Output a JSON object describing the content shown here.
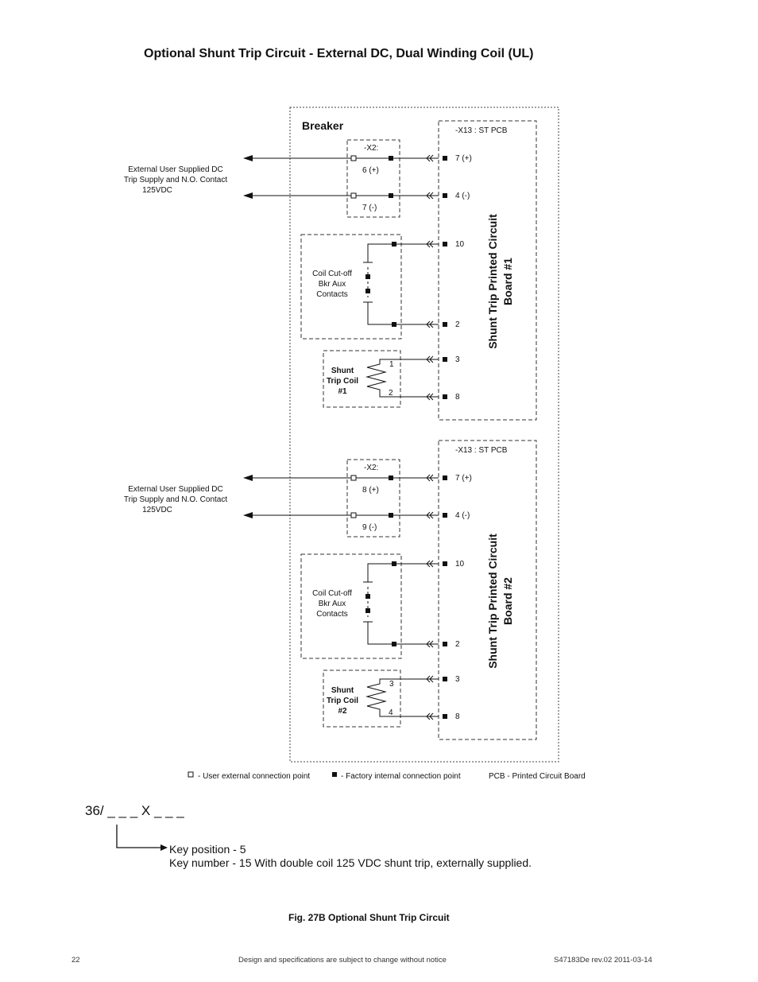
{
  "title": "Optional Shunt Trip Circuit - External DC, Dual Winding Coil (UL)",
  "breaker_label": "Breaker",
  "external_supply_label": [
    "External User Supplied DC",
    "Trip Supply and N.O. Contact",
    "125VDC"
  ],
  "aux_contacts_label": [
    "Coil Cut-off",
    "Bkr Aux",
    "Contacts"
  ],
  "pcb_header": "-X13 : ST  PCB",
  "x2_header": "-X2:",
  "boards": [
    {
      "pcb_name": [
        "Shunt Trip Printed Circuit",
        "Board #1"
      ],
      "x2_terminals": [
        "6 (+)",
        "7 (-)"
      ],
      "pcb_pins": [
        "7 (+)",
        "4 (-)",
        "10",
        "2",
        "3",
        "8"
      ],
      "coil_label": [
        "Shunt",
        "Trip Coil",
        "#1"
      ],
      "coil_terminals": [
        "1",
        "2"
      ]
    },
    {
      "pcb_name": [
        "Shunt Trip Printed Circuit",
        "Board #2"
      ],
      "x2_terminals": [
        "8 (+)",
        "9 (-)"
      ],
      "pcb_pins": [
        "7 (+)",
        "4 (-)",
        "10",
        "2",
        "3",
        "8"
      ],
      "coil_label": [
        "Shunt",
        "Trip Coil",
        "#2"
      ],
      "coil_terminals": [
        "3",
        "4"
      ]
    }
  ],
  "legend": {
    "user_point": "- User external connection point",
    "factory_point": "- Factory internal connection point",
    "pcb": "PCB - Printed Circuit Board"
  },
  "key_code": "36/ _ _ _ X _ _ _",
  "key_position": "Key position - 5",
  "key_number": "Key number - 15 With double coil 125 VDC shunt trip, externally supplied.",
  "caption": "Fig. 27B Optional Shunt Trip Circuit",
  "footer": {
    "page": "22",
    "note": "Design and specifications are subject to change without notice",
    "doc": "S47183De rev.02    2011-03-14"
  }
}
